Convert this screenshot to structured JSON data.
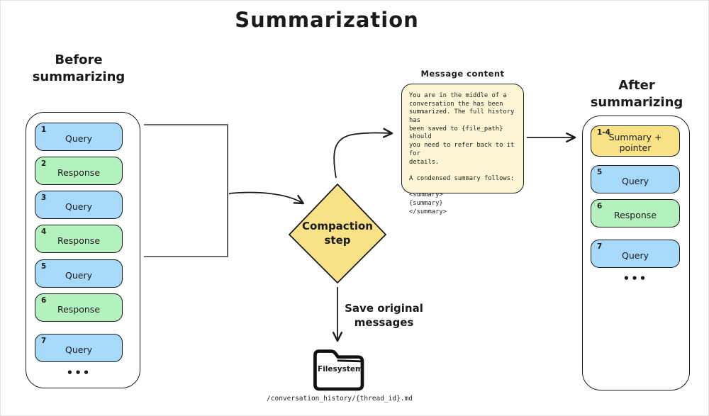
{
  "title": "Summarization",
  "colors": {
    "query_blue": "#a6d9fa",
    "response_green": "#b5f1be",
    "summary_yellow": "#f9e286",
    "note_background": "#fbf4d5",
    "stroke": "#1b1b1b"
  },
  "before": {
    "heading": "Before\nsummarizing",
    "messages": [
      {
        "num": "1",
        "label": "Query",
        "type": "query"
      },
      {
        "num": "2",
        "label": "Response",
        "type": "response"
      },
      {
        "num": "3",
        "label": "Query",
        "type": "query"
      },
      {
        "num": "4",
        "label": "Response",
        "type": "response"
      },
      {
        "num": "5",
        "label": "Query",
        "type": "query"
      },
      {
        "num": "6",
        "label": "Response",
        "type": "response"
      },
      {
        "num": "7",
        "label": "Query",
        "type": "query"
      }
    ],
    "ellipsis": "•••"
  },
  "compaction": {
    "label": "Compaction\nstep"
  },
  "note": {
    "heading": "Message content",
    "body": "You are in the middle of a\nconversation the has been\nsummarized. The full history has\nbeen saved to {file_path} should\nyou need to refer back to it for\ndetails.\n\nA condensed summary follows:\n\n<summary>\n{summary}\n</summary>"
  },
  "after": {
    "heading": "After\nsummarizing",
    "messages": [
      {
        "num": "1-4",
        "label": "Summary +\npointer",
        "type": "summary"
      },
      {
        "num": "5",
        "label": "Query",
        "type": "query"
      },
      {
        "num": "6",
        "label": "Response",
        "type": "response"
      },
      {
        "num": "7",
        "label": "Query",
        "type": "query"
      }
    ],
    "ellipsis": "•••"
  },
  "save_arrow_label": "Save original\nmessages",
  "filesystem": {
    "label": "Filesystem",
    "path": "/conversation_history/{thread_id}.md"
  }
}
